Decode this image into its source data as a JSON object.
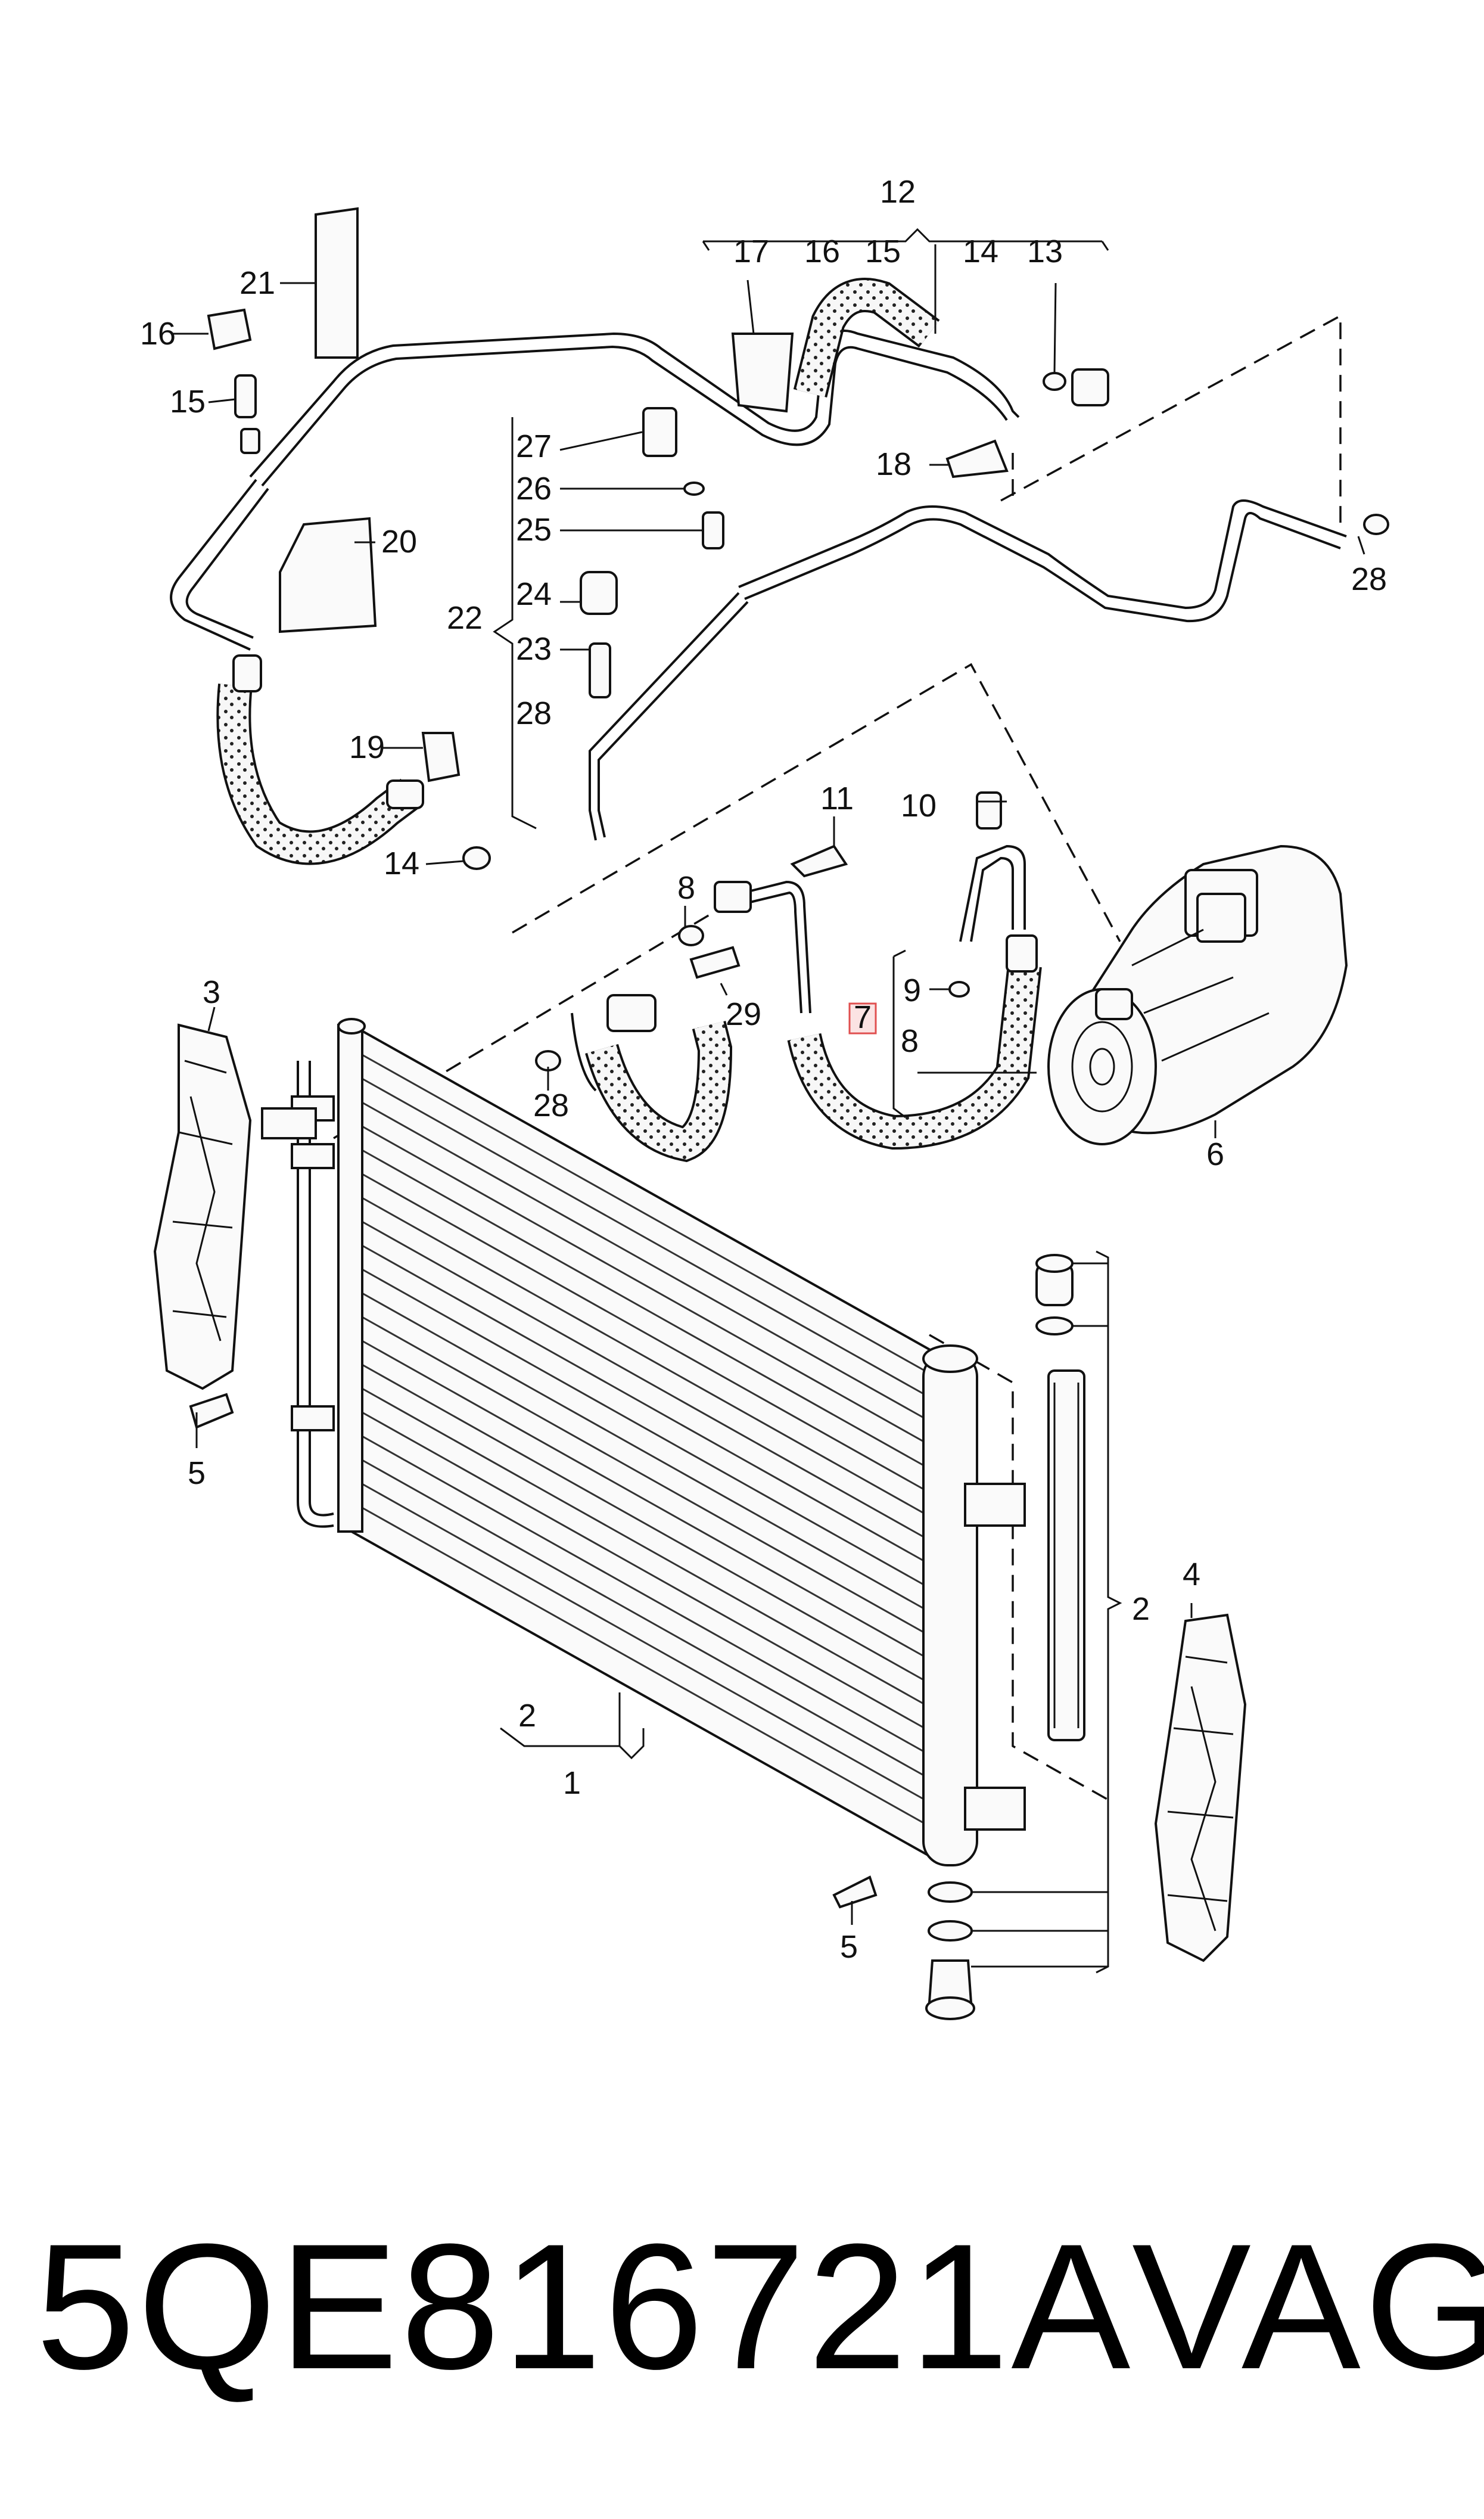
{
  "callouts": {
    "c1": "1",
    "c2a": "2",
    "c2b": "2",
    "c3": "3",
    "c4": "4",
    "c5a": "5",
    "c5b": "5",
    "c6": "6",
    "c7": "7",
    "c8a": "8",
    "c8b": "8",
    "c9": "9",
    "c10": "10",
    "c11": "11",
    "c12": "12",
    "c13": "13",
    "c14a": "14",
    "c14b": "14",
    "c15a": "15",
    "c15b": "15",
    "c16a": "16",
    "c16b": "16",
    "c17": "17",
    "c18": "18",
    "c19": "19",
    "c20": "20",
    "c21": "21",
    "c22": "22",
    "c23": "23",
    "c24": "24",
    "c25": "25",
    "c26": "26",
    "c27": "27",
    "c28a": "28",
    "c28b": "28",
    "c28c": "28",
    "c29": "29"
  },
  "footer": {
    "part_number": "5QE816721A",
    "brand": "VAG"
  },
  "colors": {
    "highlight": "#e05050",
    "highlight_fill": "#fbe3e3",
    "line": "#111111"
  }
}
